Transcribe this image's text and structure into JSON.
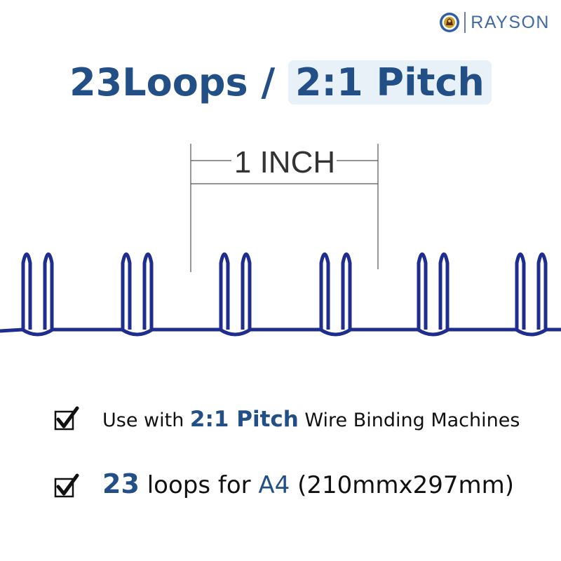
{
  "brand": {
    "logo_icon": "lion-crest-icon",
    "name": "RAYSON"
  },
  "headline": {
    "part1": "23Loops / ",
    "part2": "2:1 Pitch"
  },
  "diagram": {
    "measure_label": "1 INCH",
    "wire_color": "#1f2d8f"
  },
  "features": [
    {
      "icon": "checkbox-checked-icon",
      "pre": "Use with ",
      "em": "2:1 Pitch",
      "post": " Wire Binding Machines"
    },
    {
      "icon": "checkbox-checked-icon",
      "em": "23",
      "mid": " loops for ",
      "accent": "A4",
      "post": " (210mmx297mm)"
    }
  ],
  "colors": {
    "headline": "#234f87",
    "highlight_bg": "#e8f1f8",
    "brand_text": "#3f6aa6"
  }
}
